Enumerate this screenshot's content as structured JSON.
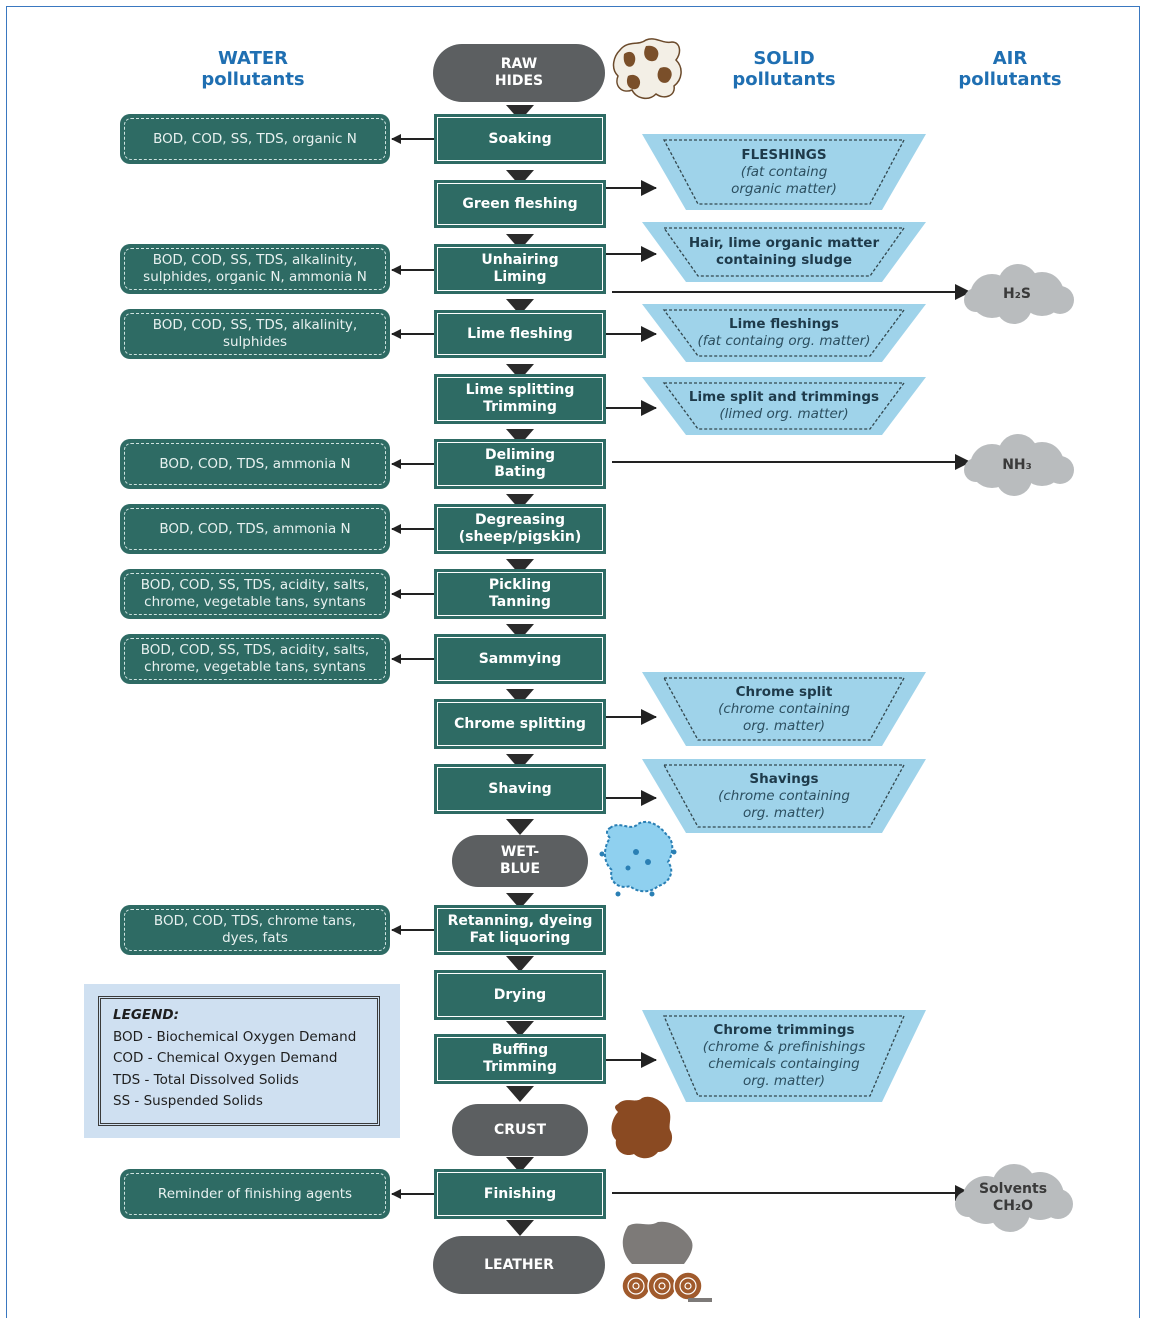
{
  "headers": {
    "water": [
      "WATER",
      "pollutants"
    ],
    "solid": [
      "SOLID",
      "pollutants"
    ],
    "air": [
      "AIR",
      "pollutants"
    ]
  },
  "ovals": {
    "raw_hides": "RAW\nHIDES",
    "wet_blue": "WET-\nBLUE",
    "crust": "CRUST",
    "leather": "LEATHER"
  },
  "steps": [
    {
      "label": "Soaking"
    },
    {
      "label": "Green fleshing"
    },
    {
      "label": "Unhairing\nLiming"
    },
    {
      "label": "Lime fleshing"
    },
    {
      "label": "Lime splitting\nTrimming"
    },
    {
      "label": "Deliming\nBating"
    },
    {
      "label": "Degreasing\n(sheep/pigskin)"
    },
    {
      "label": "Pickling\nTanning"
    },
    {
      "label": "Sammying"
    },
    {
      "label": "Chrome splitting"
    },
    {
      "label": "Shaving"
    },
    {
      "label": "Retanning, dyeing\nFat liquoring"
    },
    {
      "label": "Drying"
    },
    {
      "label": "Buffing\nTrimming"
    },
    {
      "label": "Finishing"
    }
  ],
  "water_pollutants": [
    "BOD, COD, SS, TDS, organic N",
    "BOD, COD, SS, TDS, alkalinity,\nsulphides, organic N, ammonia N",
    "BOD, COD, SS, TDS, alkalinity,\nsulphides",
    "BOD, COD, TDS, ammonia N",
    "BOD, COD, TDS, ammonia N",
    "BOD, COD, SS, TDS, acidity, salts,\nchrome, vegetable tans, syntans",
    "BOD, COD, SS, TDS, acidity, salts,\nchrome, vegetable tans, syntans",
    "BOD, COD, TDS, chrome tans,\ndyes, fats",
    "Reminder of finishing agents"
  ],
  "solid_pollutants": [
    {
      "title": "FLESHINGS",
      "detail": "(fat containg\norganic matter)"
    },
    {
      "title": "Hair, lime organic matter",
      "detail": "containing sludge"
    },
    {
      "title": "Lime fleshings",
      "detail": "(fat containg org. matter)"
    },
    {
      "title": "Lime split and trimmings",
      "detail": "(limed org. matter)"
    },
    {
      "title": "Chrome split",
      "detail": "(chrome containing\norg. matter)"
    },
    {
      "title": "Shavings",
      "detail": "(chrome containing\norg. matter)"
    },
    {
      "title": "Chrome trimmings",
      "detail": "(chrome & prefinishings\nchemicals containging\norg. matter)"
    }
  ],
  "air_pollutants": [
    "H₂S",
    "NH₃",
    "Solvents\nCH₂O"
  ],
  "legend": {
    "heading": "LEGEND:",
    "items": [
      "BOD - Biochemical Oxygen Demand",
      "COD - Chemical Oxygen Demand",
      "TDS - Total Dissolved Solids",
      "SS - Suspended Solids"
    ]
  },
  "colors": {
    "step_fill": "#2e6b64",
    "oval_fill": "#5c5f61",
    "solid_fill": "#9fd3ea",
    "cloud_fill": "#b9bcbe",
    "header_text": "#1f6fb2",
    "legend_fill": "#cfe0f1"
  },
  "icons": [
    "cowhide-icon",
    "wet-blue-hide-icon",
    "crust-hide-icon",
    "leather-rolls-icon"
  ]
}
